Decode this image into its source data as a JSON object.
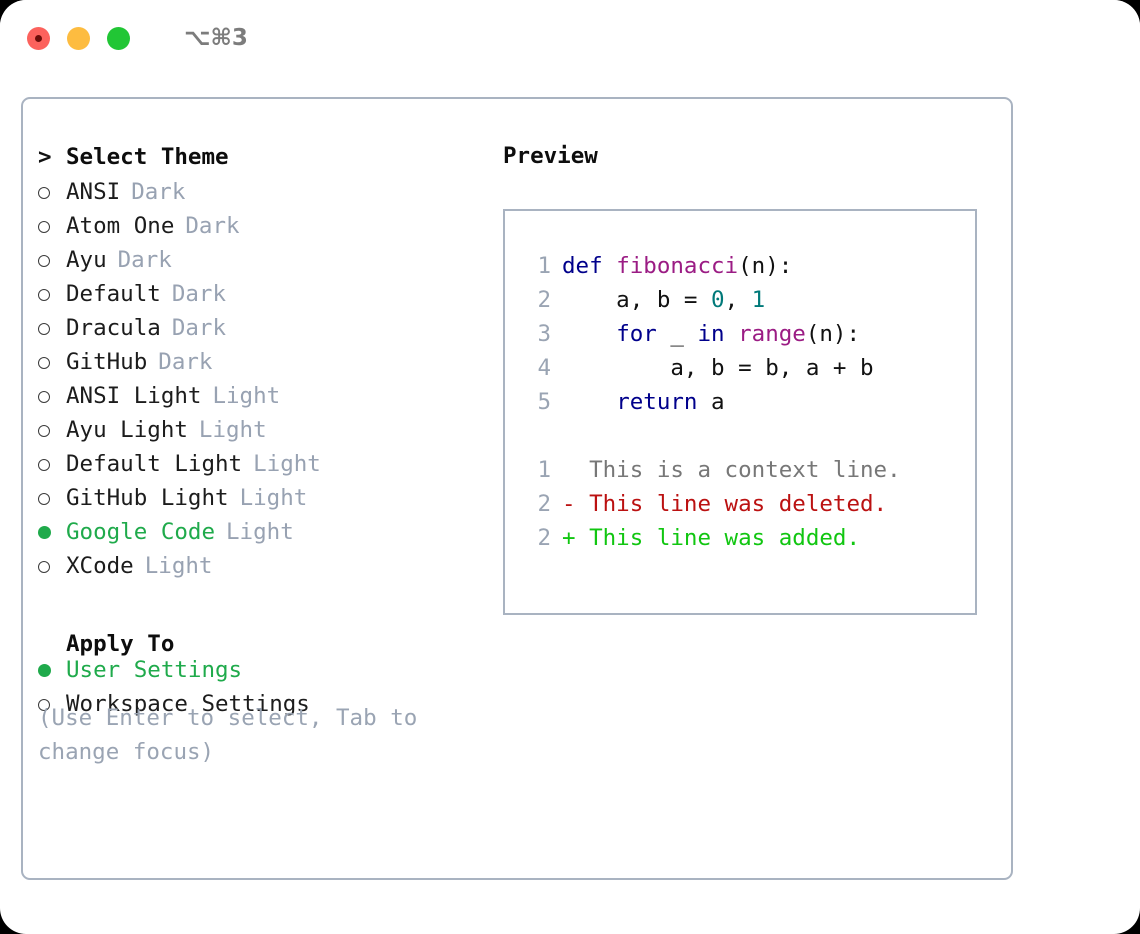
{
  "titlebar": {
    "title": "⌥⌘3",
    "buttons": [
      {
        "name": "close",
        "label": "close-button"
      },
      {
        "name": "minimize",
        "label": "minimize-button"
      },
      {
        "name": "maximize",
        "label": "maximize-button"
      }
    ]
  },
  "theme_picker": {
    "prompt_caret": ">",
    "prompt_label": "Select Theme",
    "items": [
      {
        "name": "ANSI",
        "kind": "Dark",
        "selected": false
      },
      {
        "name": "Atom One",
        "kind": "Dark",
        "selected": false
      },
      {
        "name": "Ayu",
        "kind": "Dark",
        "selected": false
      },
      {
        "name": "Default",
        "kind": "Dark",
        "selected": false
      },
      {
        "name": "Dracula",
        "kind": "Dark",
        "selected": false
      },
      {
        "name": "GitHub",
        "kind": "Dark",
        "selected": false
      },
      {
        "name": "ANSI Light",
        "kind": "Light",
        "selected": false
      },
      {
        "name": "Ayu Light",
        "kind": "Light",
        "selected": false
      },
      {
        "name": "Default Light",
        "kind": "Light",
        "selected": false
      },
      {
        "name": "GitHub Light",
        "kind": "Light",
        "selected": false
      },
      {
        "name": "Google Code",
        "kind": "Light",
        "selected": true
      },
      {
        "name": "XCode",
        "kind": "Light",
        "selected": false
      }
    ]
  },
  "apply_to": {
    "heading": "Apply To",
    "options": [
      {
        "name": "User Settings",
        "selected": true
      },
      {
        "name": "Workspace Settings",
        "selected": false
      }
    ]
  },
  "hint": "(Use Enter to select, Tab to change focus)",
  "preview": {
    "title": "Preview",
    "code_lines": [
      {
        "no": "1",
        "tokens": [
          {
            "t": "def",
            "c": "k-keyword"
          },
          {
            "t": " ",
            "c": "k-plain"
          },
          {
            "t": "fibonacci",
            "c": "k-func"
          },
          {
            "t": "(n):",
            "c": "k-plain"
          }
        ]
      },
      {
        "no": "2",
        "tokens": [
          {
            "t": "    a, b = ",
            "c": "k-plain"
          },
          {
            "t": "0",
            "c": "k-num"
          },
          {
            "t": ", ",
            "c": "k-plain"
          },
          {
            "t": "1",
            "c": "k-num"
          }
        ]
      },
      {
        "no": "3",
        "tokens": [
          {
            "t": "    ",
            "c": "k-plain"
          },
          {
            "t": "for",
            "c": "k-keyword"
          },
          {
            "t": " _ ",
            "c": "k-plain"
          },
          {
            "t": "in",
            "c": "k-keyword"
          },
          {
            "t": " ",
            "c": "k-plain"
          },
          {
            "t": "range",
            "c": "k-builtin"
          },
          {
            "t": "(n):",
            "c": "k-plain"
          }
        ]
      },
      {
        "no": "4",
        "tokens": [
          {
            "t": "        a, b = b, a + b",
            "c": "k-plain"
          }
        ]
      },
      {
        "no": "5",
        "tokens": [
          {
            "t": "    ",
            "c": "k-plain"
          },
          {
            "t": "return",
            "c": "k-keyword"
          },
          {
            "t": " a",
            "c": "k-plain"
          }
        ]
      }
    ],
    "diff_lines": [
      {
        "no": "1",
        "marker": " ",
        "text": " This is a context line.",
        "cls": "d-ctx"
      },
      {
        "no": "2",
        "marker": "-",
        "text": " This line was deleted.",
        "cls": "d-del"
      },
      {
        "no": "2",
        "marker": "+",
        "text": " This line was added.",
        "cls": "d-add"
      }
    ]
  },
  "colors": {
    "accent_green": "#1faa4b",
    "muted": "#98a2b2",
    "border": "#a9b3c1",
    "keyword": "#00008b",
    "function": "#9b1c84",
    "number": "#007979",
    "diff_added": "#11c611",
    "diff_deleted": "#bb1111",
    "diff_context": "#777777"
  }
}
